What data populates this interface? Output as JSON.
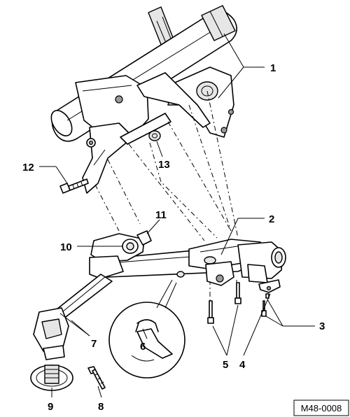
{
  "diagram": {
    "reference_code": "M48-0008",
    "callouts": [
      "1",
      "2",
      "3",
      "4",
      "5",
      "6",
      "7",
      "8",
      "9",
      "10",
      "11",
      "12",
      "13"
    ]
  }
}
